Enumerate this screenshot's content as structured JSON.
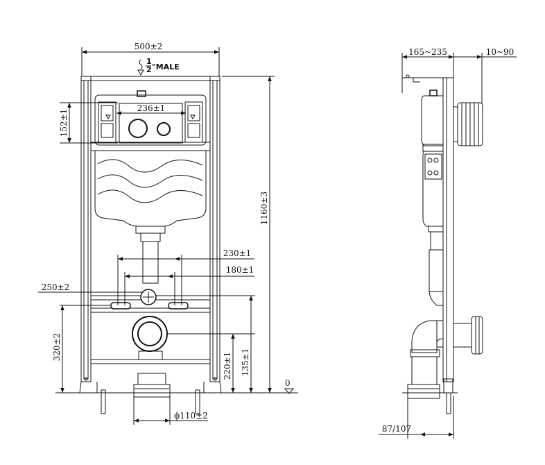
{
  "front_view": {
    "width_dim": "500±2",
    "inlet_num": "1",
    "inlet_den": "2",
    "inlet_suffix": "\"MALE",
    "button_width_dim": "236±1",
    "button_height_dim": "152±1",
    "height_dim": "1160±3",
    "bolt_spacing_outer": "230±1",
    "bolt_spacing_inner": "180±1",
    "supply_height": "250±2",
    "bolt_height": "320±2",
    "outlet_height": "220±1",
    "outlet_center": "135±1",
    "floor_level": "0",
    "pipe_dia": "ϕ110±2"
  },
  "side_view": {
    "depth_dim": "165~235",
    "wall_dim": "10~90",
    "bottom_dim": "87/107"
  }
}
